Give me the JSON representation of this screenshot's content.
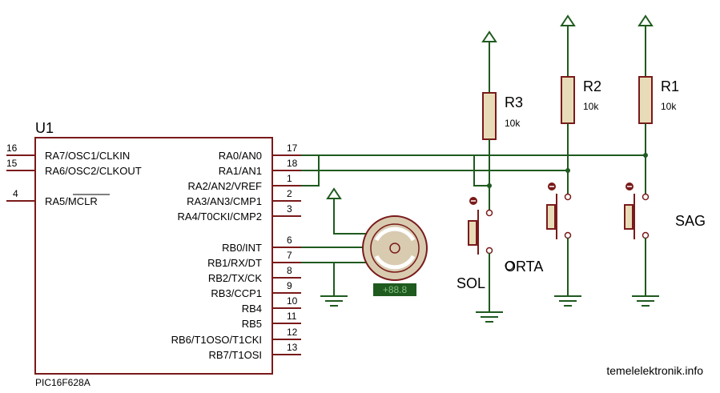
{
  "mcu": {
    "ref": "U1",
    "part": "PIC16F628A",
    "left_pins": [
      {
        "num": "16",
        "name": "RA7/OSC1/CLKIN"
      },
      {
        "num": "15",
        "name": "RA6/OSC2/CLKOUT"
      },
      {
        "num": "4",
        "name": "RA5/MCLR"
      }
    ],
    "right_pins": [
      {
        "num": "17",
        "name": "RA0/AN0"
      },
      {
        "num": "18",
        "name": "RA1/AN1"
      },
      {
        "num": "1",
        "name": "RA2/AN2/VREF"
      },
      {
        "num": "2",
        "name": "RA3/AN3/CMP1"
      },
      {
        "num": "3",
        "name": "RA4/T0CKI/CMP2"
      },
      {
        "num": "6",
        "name": "RB0/INT"
      },
      {
        "num": "7",
        "name": "RB1/RX/DT"
      },
      {
        "num": "8",
        "name": "RB2/TX/CK"
      },
      {
        "num": "9",
        "name": "RB3/CCP1"
      },
      {
        "num": "10",
        "name": "RB4"
      },
      {
        "num": "11",
        "name": "RB5"
      },
      {
        "num": "12",
        "name": "RB6/T1OSO/T1CKI"
      },
      {
        "num": "13",
        "name": "RB7/T1OSI"
      }
    ]
  },
  "resistors": [
    {
      "ref": "R3",
      "value": "10k"
    },
    {
      "ref": "R2",
      "value": "10k"
    },
    {
      "ref": "R1",
      "value": "10k"
    }
  ],
  "switches": {
    "sol": "SOL",
    "orta": "ORTA",
    "sag": "SAG"
  },
  "motor": {
    "display": "+88.8"
  },
  "credit": "temelelektronik.info",
  "colors": {
    "wire": "#1f5a1f",
    "component": "#7a1a1a",
    "resistor_fill": "#e8dcb8",
    "motor_fill": "#d8cbb0"
  }
}
